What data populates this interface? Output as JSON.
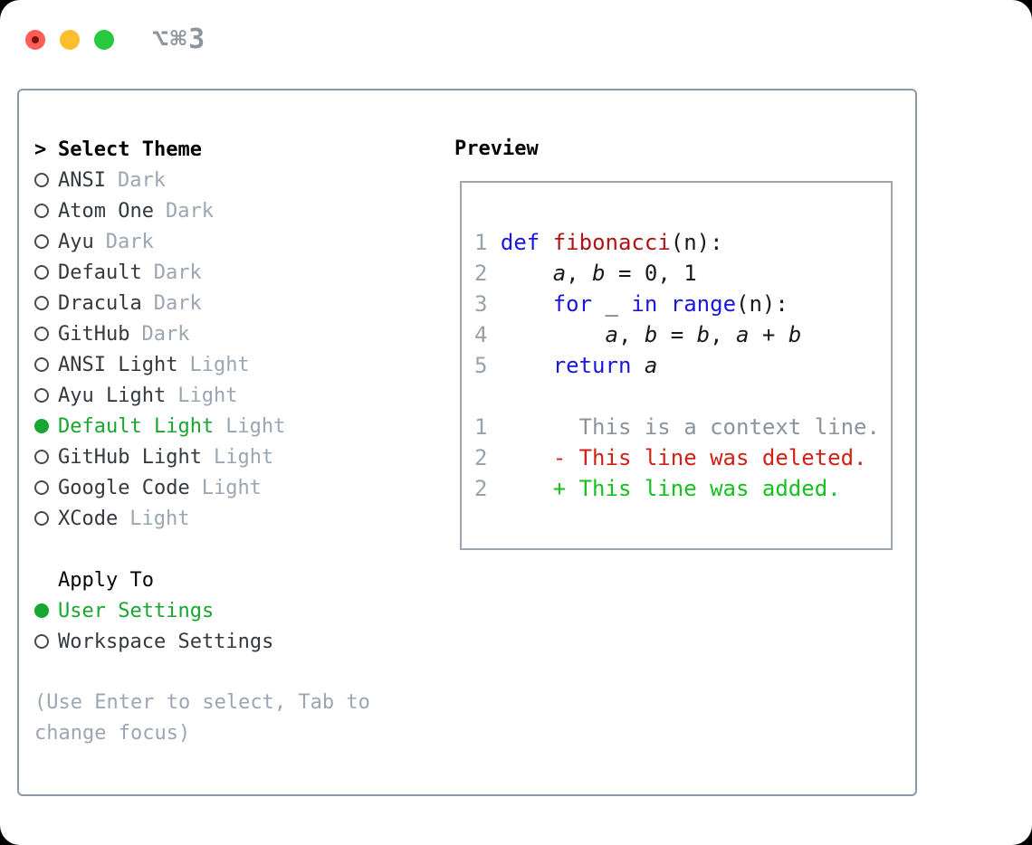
{
  "titlebar": {
    "title": "⌥⌘3",
    "buttons": [
      "close",
      "minimize",
      "zoom"
    ]
  },
  "theme_picker": {
    "prompt": ">",
    "header": "Select Theme",
    "items": [
      {
        "name": "ANSI",
        "variant": "Dark",
        "selected": false
      },
      {
        "name": "Atom One",
        "variant": "Dark",
        "selected": false
      },
      {
        "name": "Ayu",
        "variant": "Dark",
        "selected": false
      },
      {
        "name": "Default",
        "variant": "Dark",
        "selected": false
      },
      {
        "name": "Dracula",
        "variant": "Dark",
        "selected": false
      },
      {
        "name": "GitHub",
        "variant": "Dark",
        "selected": false
      },
      {
        "name": "ANSI Light",
        "variant": "Light",
        "selected": false
      },
      {
        "name": "Ayu Light",
        "variant": "Light",
        "selected": false
      },
      {
        "name": "Default Light",
        "variant": "Light",
        "selected": true
      },
      {
        "name": "GitHub Light",
        "variant": "Light",
        "selected": false
      },
      {
        "name": "Google Code",
        "variant": "Light",
        "selected": false
      },
      {
        "name": "XCode",
        "variant": "Light",
        "selected": false
      }
    ]
  },
  "apply_to": {
    "header": "Apply To",
    "options": [
      {
        "label": "User Settings",
        "selected": true
      },
      {
        "label": "Workspace Settings",
        "selected": false
      }
    ]
  },
  "hint": "(Use Enter to select, Tab to change focus)",
  "preview": {
    "header": "Preview",
    "code_lines": [
      {
        "num": "1",
        "segs": [
          {
            "t": "def",
            "c": "kw"
          },
          {
            "t": " ",
            "c": "tx"
          },
          {
            "t": "fibonacci",
            "c": "fn"
          },
          {
            "t": "(n):",
            "c": "tx"
          }
        ]
      },
      {
        "num": "2",
        "segs": [
          {
            "t": "    ",
            "c": "tx"
          },
          {
            "t": "a",
            "c": "var"
          },
          {
            "t": ", ",
            "c": "tx"
          },
          {
            "t": "b",
            "c": "var"
          },
          {
            "t": " = 0, 1",
            "c": "tx"
          }
        ]
      },
      {
        "num": "3",
        "segs": [
          {
            "t": "    ",
            "c": "tx"
          },
          {
            "t": "for",
            "c": "kw"
          },
          {
            "t": " _ ",
            "c": "tx"
          },
          {
            "t": "in",
            "c": "kw"
          },
          {
            "t": " ",
            "c": "tx"
          },
          {
            "t": "range",
            "c": "kw"
          },
          {
            "t": "(n):",
            "c": "tx"
          }
        ]
      },
      {
        "num": "4",
        "segs": [
          {
            "t": "        ",
            "c": "tx"
          },
          {
            "t": "a",
            "c": "var"
          },
          {
            "t": ", ",
            "c": "tx"
          },
          {
            "t": "b",
            "c": "var"
          },
          {
            "t": " = ",
            "c": "tx"
          },
          {
            "t": "b",
            "c": "var"
          },
          {
            "t": ", ",
            "c": "tx"
          },
          {
            "t": "a",
            "c": "var"
          },
          {
            "t": " + ",
            "c": "tx"
          },
          {
            "t": "b",
            "c": "var"
          }
        ]
      },
      {
        "num": "5",
        "segs": [
          {
            "t": "    ",
            "c": "tx"
          },
          {
            "t": "return",
            "c": "kw"
          },
          {
            "t": " ",
            "c": "tx"
          },
          {
            "t": "a",
            "c": "var"
          }
        ]
      }
    ],
    "diff_lines": [
      {
        "num": "1",
        "segs": [
          {
            "t": "      This is a context line.",
            "c": "ctx"
          }
        ]
      },
      {
        "num": "2",
        "segs": [
          {
            "t": "    - This line was deleted.",
            "c": "del"
          }
        ]
      },
      {
        "num": "2",
        "segs": [
          {
            "t": "    + This line was added.",
            "c": "add"
          }
        ]
      }
    ]
  },
  "colors": {
    "accent_green": "#17a62f",
    "added_green": "#14c11e",
    "deleted_red": "#d02115",
    "keyword_blue": "#1a16dd",
    "function_red": "#ad1313",
    "muted_gray": "#9ba6b2",
    "line_number_gray": "#98a2ad",
    "panel_border": "#8e99a8",
    "traffic_red": "#ff5d55",
    "traffic_yellow": "#ffbd2e",
    "traffic_green": "#27c93f"
  }
}
